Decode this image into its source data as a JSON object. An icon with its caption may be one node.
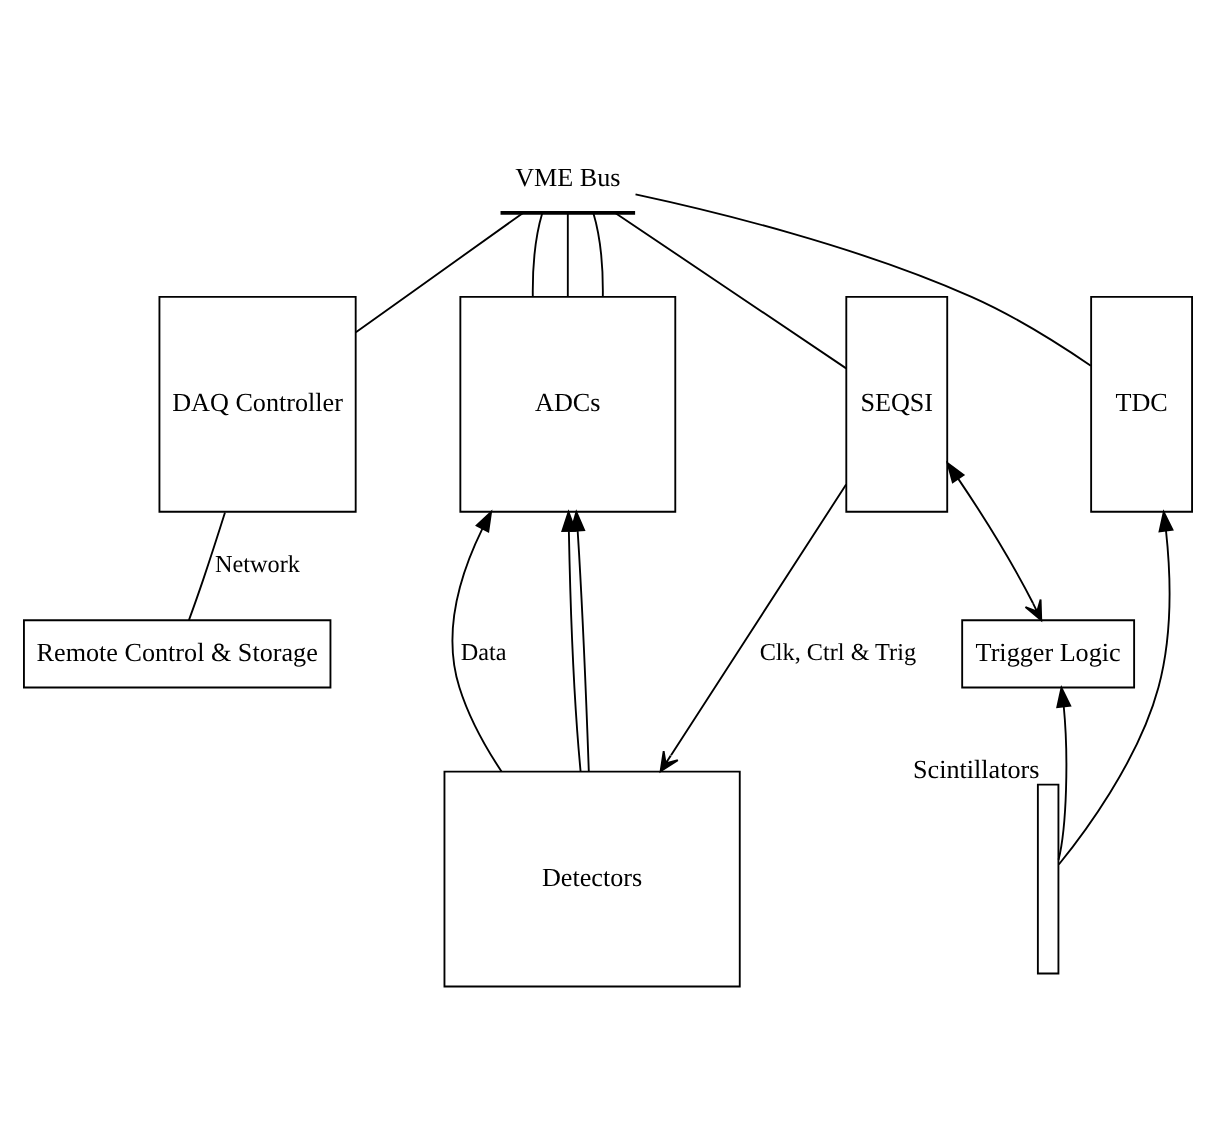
{
  "diagram": {
    "nodes": [
      {
        "text": [
          "VME Bus"
        ]
      },
      {
        "text": [
          "Remote Control & Storage"
        ]
      },
      {
        "text": [
          "DAQ Controller"
        ]
      },
      {
        "text": [
          "ADCs"
        ]
      },
      {
        "text": [
          "SEQSI"
        ]
      },
      {
        "text": [
          "TDC"
        ]
      },
      {
        "text": [
          "Trigger Logic"
        ]
      },
      {
        "text": [
          "Detectors"
        ]
      },
      {
        "text": [],
        "shape": "bar",
        "beside": [
          "Scintillators"
        ]
      }
    ],
    "edges": [
      {
        "from": 0,
        "to": 2,
        "arrow": "none"
      },
      {
        "from": 0,
        "to": 3,
        "arrow": "none"
      },
      {
        "from": 0,
        "to": 3,
        "arrow": "none"
      },
      {
        "from": 0,
        "to": 3,
        "arrow": "none"
      },
      {
        "from": 0,
        "to": 4,
        "arrow": "none"
      },
      {
        "from": 0,
        "to": 5,
        "arrow": "none"
      },
      {
        "from": 1,
        "to": 2,
        "arrow": "none",
        "label": "Network"
      },
      {
        "from": 7,
        "to": 3,
        "arrow": "to"
      },
      {
        "from": 7,
        "to": 3,
        "arrow": "to",
        "label": "Data"
      },
      {
        "from": 7,
        "to": 3,
        "arrow": "to"
      },
      {
        "from": 4,
        "to": 7,
        "arrow": "to",
        "label": "Clk, Ctrl & Trig"
      },
      {
        "from": 4,
        "to": 6,
        "arrow": "both"
      },
      {
        "from": 8,
        "to": 6,
        "arrow": "to"
      },
      {
        "from": 8,
        "to": 5,
        "arrow": "to"
      }
    ]
  }
}
